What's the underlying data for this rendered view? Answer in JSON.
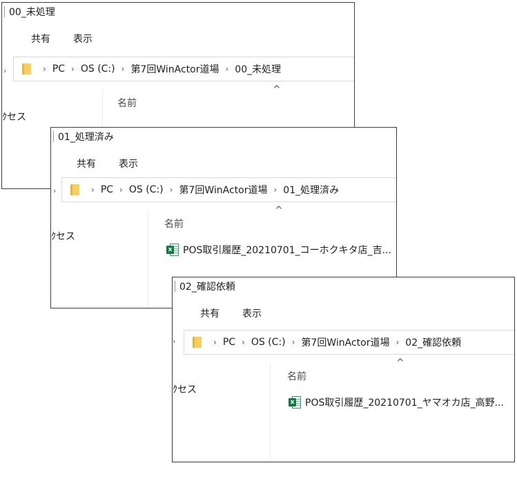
{
  "ribbon": {
    "share_tab": "共有",
    "view_tab": "表示"
  },
  "nav": {
    "quick_access_fragment": "ｸセス"
  },
  "columns": {
    "name": "名前"
  },
  "windows": [
    {
      "title": "00_未処理",
      "path": [
        "PC",
        "OS (C:)",
        "第7回WinActor道場",
        "00_未処理"
      ],
      "files": []
    },
    {
      "title": "01_処理済み",
      "path": [
        "PC",
        "OS (C:)",
        "第7回WinActor道場",
        "01_処理済み"
      ],
      "files": [
        {
          "name": "POS取引履歴_20210701_コーホクキタ店_吉...",
          "type_icon": "excel-file-icon"
        }
      ]
    },
    {
      "title": "02_確認依頼",
      "path": [
        "PC",
        "OS (C:)",
        "第7回WinActor道場",
        "02_確認依頼"
      ],
      "files": [
        {
          "name": "POS取引履歴_20210701_ヤマオカ店_高野...",
          "type_icon": "excel-file-icon"
        }
      ]
    }
  ],
  "colors": {
    "window_border": "#3c3c3c",
    "excel_green": "#107c41",
    "folder_yellow": "#f6cf5d"
  }
}
